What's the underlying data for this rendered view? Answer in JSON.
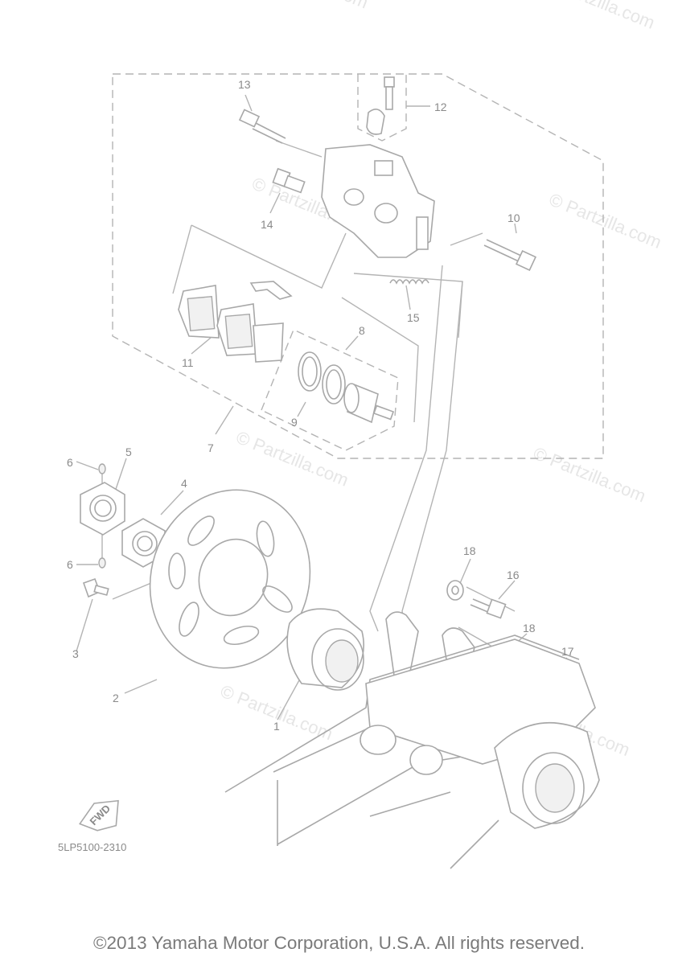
{
  "watermark": "© Partzilla.com",
  "callouts": {
    "c1": "1",
    "c2": "2",
    "c3": "3",
    "c4": "4",
    "c5": "5",
    "c6a": "6",
    "c6b": "6",
    "c7": "7",
    "c8": "8",
    "c9": "9",
    "c10": "10",
    "c11": "11",
    "c12": "12",
    "c13": "13",
    "c14": "14",
    "c15": "15",
    "c16": "16",
    "c17": "17",
    "c18a": "18",
    "c18b": "18"
  },
  "fwd_label": "FWD",
  "diagram_code": "5LP5100-2310",
  "copyright": "©2013 Yamaha Motor Corporation, U.S.A. All rights reserved."
}
